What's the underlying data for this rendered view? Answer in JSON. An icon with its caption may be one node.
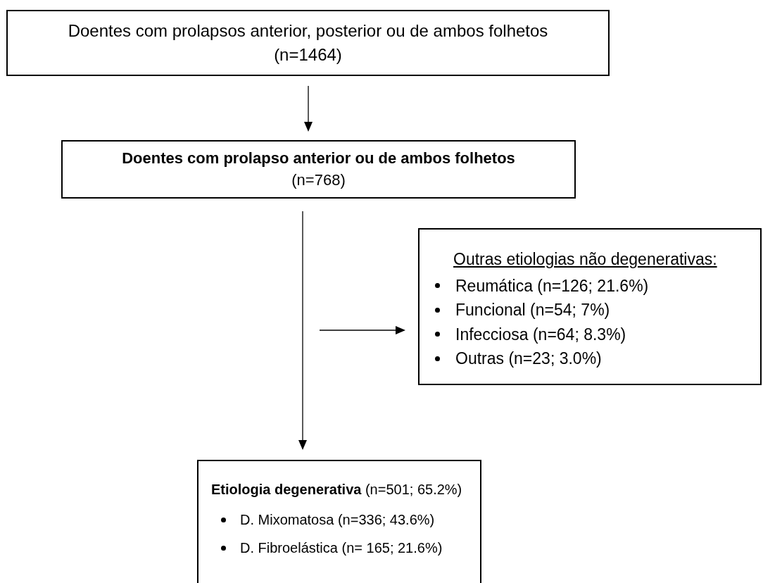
{
  "diagram": {
    "nodes": [
      {
        "text": [
          "Doentes com prolapsos anterior, posterior ou de ambos folhetos (n=1464)"
        ]
      },
      {
        "text": [
          "Doentes com prolapso anterior ou de ambos folhetos",
          "(n=768)"
        ]
      },
      {
        "text": [
          "Outras etiologias não degenerativas:",
          "Reumática (n=126; 21.6%)",
          "Funcional (n=54; 7%)",
          "Infecciosa (n=64; 8.3%)",
          "Outras (n=23; 3.0%)"
        ]
      },
      {
        "text": [
          "**Etiologia degenerativa** (n=501; 65.2%)",
          "D. Mixomatosa (n=336; 43.6%)",
          "D. Fibroelástica (n= 165; 21.6%)"
        ]
      }
    ],
    "edges": [
      {
        "from": 0,
        "to": 1,
        "arrow": "to"
      },
      {
        "from": 1,
        "to": 3,
        "arrow": "to"
      },
      {
        "from": null,
        "to": 2,
        "arrow": "to"
      }
    ]
  }
}
